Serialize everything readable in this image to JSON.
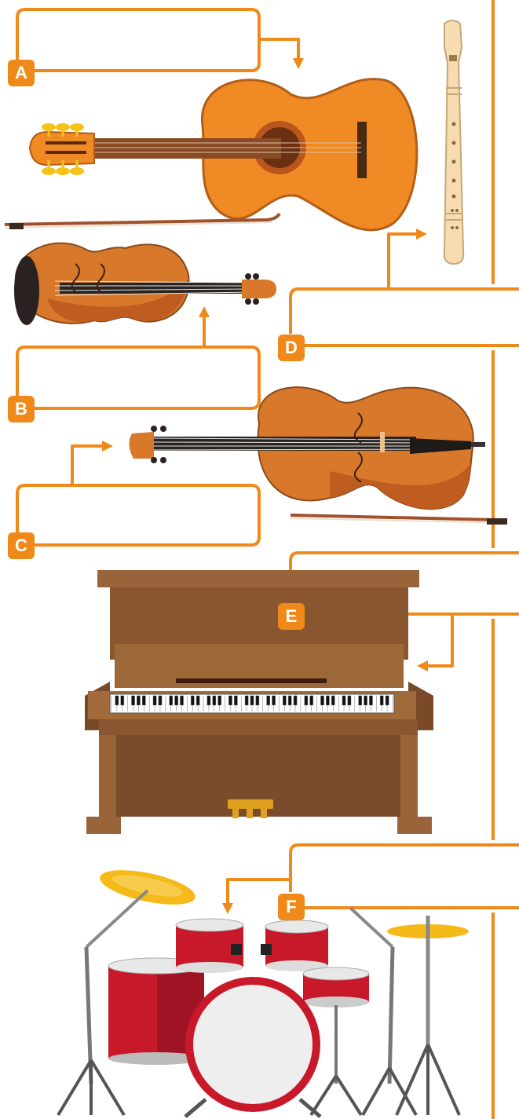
{
  "labels": {
    "a": "A",
    "b": "B",
    "c": "C",
    "d": "D",
    "e": "E",
    "f": "F"
  },
  "instruments": [
    "guitar-icon",
    "violin-icon",
    "cello-icon",
    "recorder-icon",
    "piano-icon",
    "drum-kit-icon"
  ],
  "colors": {
    "accent": "#ef8a1a",
    "guitar_body": "#f08a24",
    "wood": "#c8692a",
    "piano": "#8a5630",
    "drum_red": "#c8192a",
    "cymbal": "#f2b51a",
    "recorder": "#f6dcb0"
  }
}
